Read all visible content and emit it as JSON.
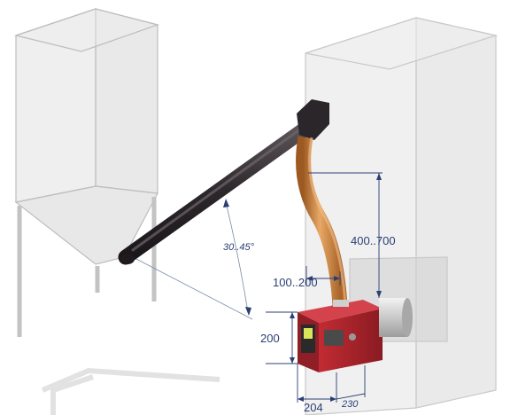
{
  "dimensions": {
    "hopper_angle": "30..45°",
    "tube_height": "400..700",
    "tube_offset": "100..200",
    "burner_height": "200",
    "burner_width": "204",
    "burner_depth": "230"
  },
  "colors": {
    "dimension_line": "#2b3f74",
    "feeder_tube": "#3a3438",
    "flexible_hose": "#cf8a4a",
    "burner_body": "#a8232b",
    "ghost_structure": "#d8d8d8"
  }
}
